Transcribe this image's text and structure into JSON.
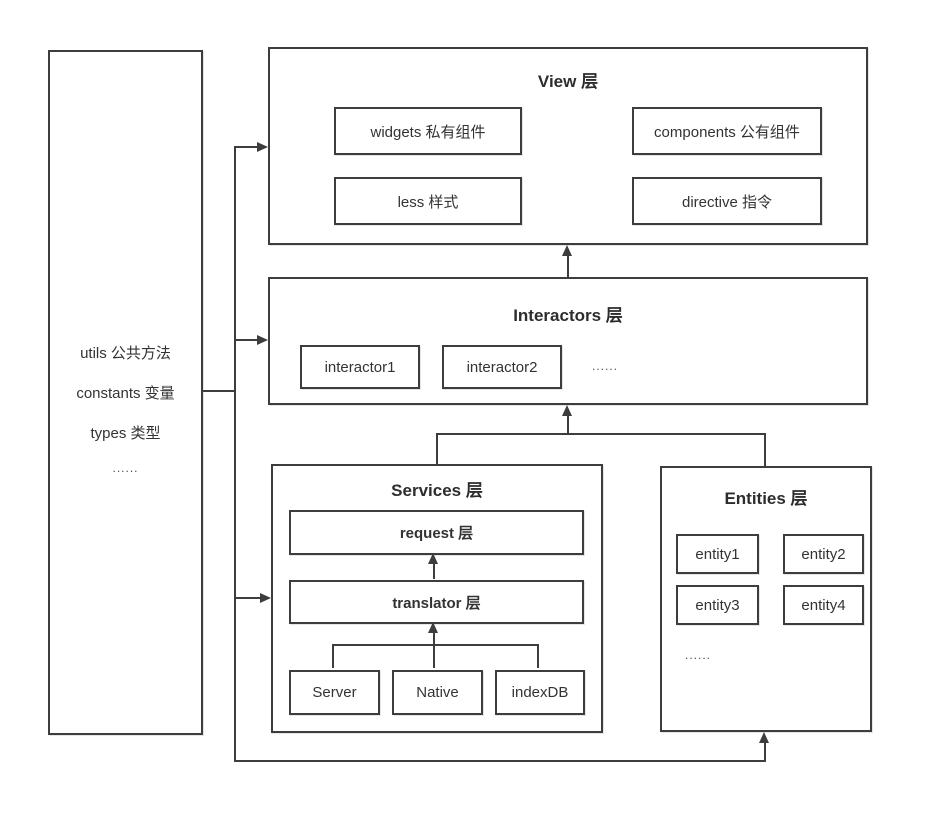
{
  "colors": {
    "line": "#3d3d3d",
    "text": "#333333",
    "background": "#ffffff"
  },
  "sidebar": {
    "items": [
      "utils 公共方法",
      "constants 变量",
      "types 类型",
      "......"
    ]
  },
  "view_layer": {
    "title": "View 层",
    "boxes": [
      "widgets 私有组件",
      "components 公有组件",
      "less 样式",
      "directive 指令"
    ]
  },
  "interactors_layer": {
    "title": "Interactors 层",
    "boxes": [
      "interactor1",
      "interactor2"
    ],
    "ellipsis": "......"
  },
  "services_layer": {
    "title": "Services 层",
    "request_label": "request 层",
    "translator_label": "translator 层",
    "sources": [
      "Server",
      "Native",
      "indexDB"
    ]
  },
  "entities_layer": {
    "title": "Entities 层",
    "entities": [
      "entity1",
      "entity2",
      "entity3",
      "entity4"
    ],
    "ellipsis": "......"
  }
}
